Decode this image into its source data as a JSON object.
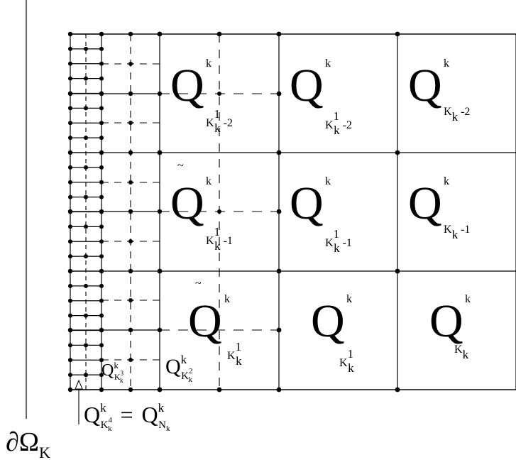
{
  "boundary_label": "∂Ω",
  "boundary_sub": "K",
  "cells": [
    {
      "id": "r1c1",
      "main": "Q",
      "sup": "k",
      "sub": "K",
      "sub_sup": "1",
      "sub_sub": "k",
      "suffix": "-2"
    },
    {
      "id": "r1c2",
      "main": "Q",
      "sup": "k",
      "sub": "K",
      "sub_sup": "1",
      "sub_sub": "k",
      "suffix": "-2"
    },
    {
      "id": "r1c3",
      "main": "Q",
      "sup": "k",
      "sub": "K",
      "sub_sub": "k",
      "suffix": "-2"
    },
    {
      "id": "r2c1",
      "main": "Q",
      "sup": "k",
      "sub": "K",
      "sub_sup": "1",
      "sub_sub": "k",
      "suffix": "-1"
    },
    {
      "id": "r2c2",
      "main": "Q",
      "sup": "k",
      "sub": "K",
      "sub_sup": "1",
      "sub_sub": "k",
      "suffix": "-1"
    },
    {
      "id": "r2c3",
      "main": "Q",
      "sup": "k",
      "sub": "K",
      "sub_sub": "k",
      "suffix": "-1"
    },
    {
      "id": "r3c1",
      "main": "Q",
      "sup": "k",
      "sub": "K",
      "sub_sup": "1",
      "sub_sub": "k"
    },
    {
      "id": "r3c2",
      "main": "Q",
      "sup": "k",
      "sub": "K",
      "sub_sup": "1",
      "sub_sub": "k"
    },
    {
      "id": "r3c3",
      "main": "Q",
      "sup": "k",
      "sub": "K",
      "sub_sub": "k"
    }
  ],
  "small_labels": [
    {
      "id": "q3",
      "main": "Q",
      "sup": "k",
      "sub": "K",
      "sub_sup": "3",
      "sub_sub": "k"
    },
    {
      "id": "q2",
      "main": "Q",
      "sup": "k",
      "sub": "K",
      "sub_sup": "2",
      "sub_sub": "k"
    }
  ],
  "equation": {
    "lhs_main": "Q",
    "lhs_sup": "k",
    "lhs_sub": "K",
    "lhs_sub_sup": "4",
    "lhs_sub_sub": "k",
    "op": "=",
    "rhs_main": "Q",
    "rhs_sup": "k",
    "rhs_sub": "N",
    "rhs_sub_sub": "k"
  }
}
